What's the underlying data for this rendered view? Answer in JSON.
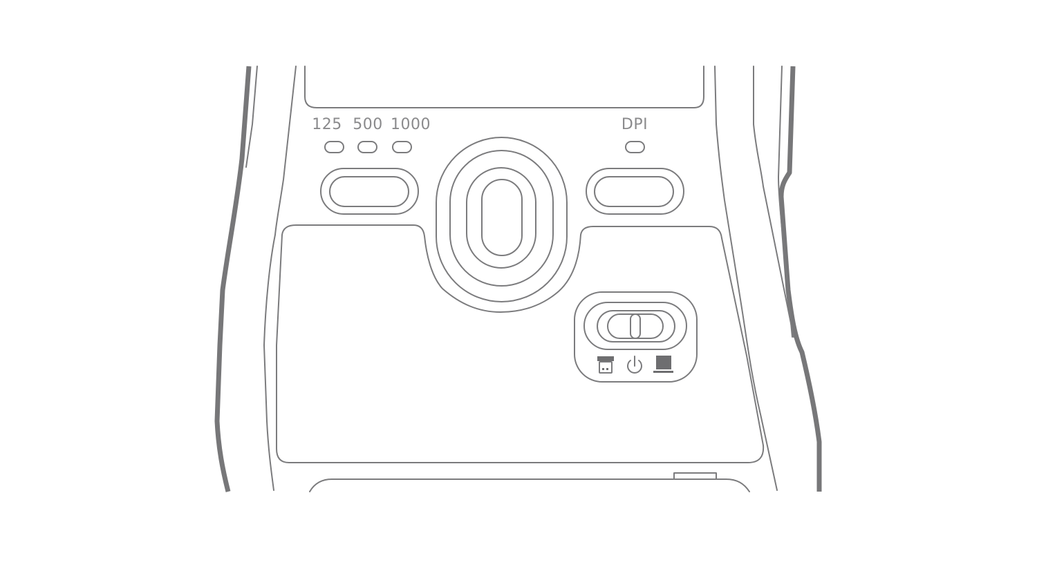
{
  "polling_rate": {
    "options": [
      "125",
      "500",
      "1000"
    ]
  },
  "dpi": {
    "label": "DPI"
  },
  "mode_switch": {
    "modes": [
      "usb-receiver-icon",
      "power-icon",
      "bluetooth-laptop-icon"
    ]
  },
  "colors": {
    "line": "#7b7b7d",
    "outline": "#777779",
    "label": "#8a8a8c",
    "background": "#ffffff"
  }
}
